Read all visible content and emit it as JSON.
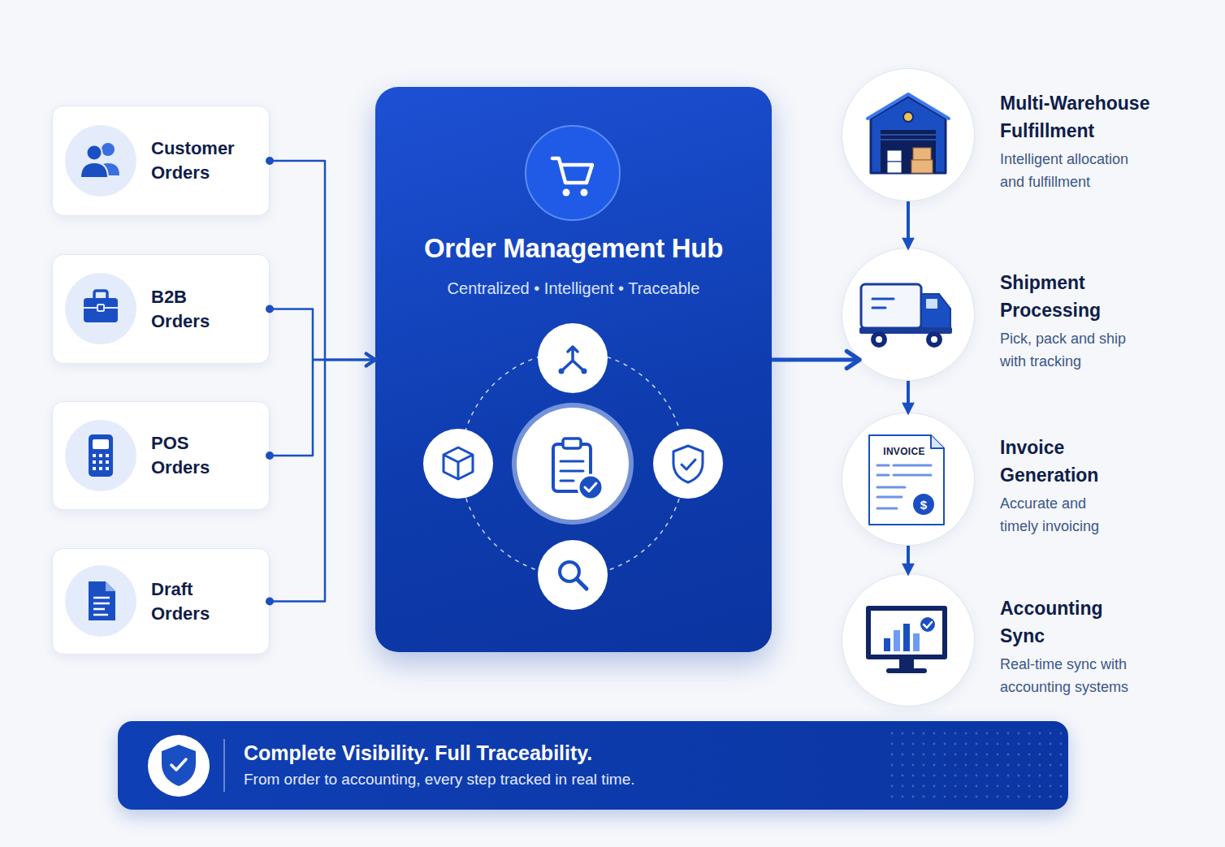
{
  "diagram": {
    "nodes": [
      {
        "text": [
          "Customer Orders"
        ]
      },
      {
        "text": [
          "B2B Orders"
        ]
      },
      {
        "text": [
          "POS Orders"
        ]
      },
      {
        "text": [
          "Draft Orders"
        ]
      },
      {
        "text": [
          "Order Management Hub",
          "Centralized • Intelligent • Traceable"
        ]
      },
      {
        "text": [
          "Multi-Warehouse Fulfillment",
          "Intelligent allocation and fulfillment"
        ]
      },
      {
        "text": [
          "Shipment Processing",
          "Pick, pack and ship with tracking"
        ]
      },
      {
        "text": [
          "Invoice Generation",
          "Accurate and timely invoicing"
        ]
      },
      {
        "text": [
          "Accounting Sync",
          "Real-time sync with accounting systems"
        ]
      },
      {
        "text": [
          "Complete Visibility. Full Traceability.",
          "From order to accounting, every step tracked in real time."
        ]
      }
    ],
    "edges": [
      {
        "from": 0,
        "to": 4,
        "arrow": "to"
      },
      {
        "from": 1,
        "to": 4,
        "arrow": "to"
      },
      {
        "from": 2,
        "to": 4,
        "arrow": "to"
      },
      {
        "from": 3,
        "to": 4,
        "arrow": "to"
      },
      {
        "from": 4,
        "to": 6,
        "arrow": "to"
      },
      {
        "from": 5,
        "to": 6,
        "arrow": "to"
      },
      {
        "from": 6,
        "to": 7,
        "arrow": "to"
      },
      {
        "from": 7,
        "to": 8,
        "arrow": "to"
      }
    ],
    "labels": [
      "INVOICE",
      "$"
    ]
  }
}
